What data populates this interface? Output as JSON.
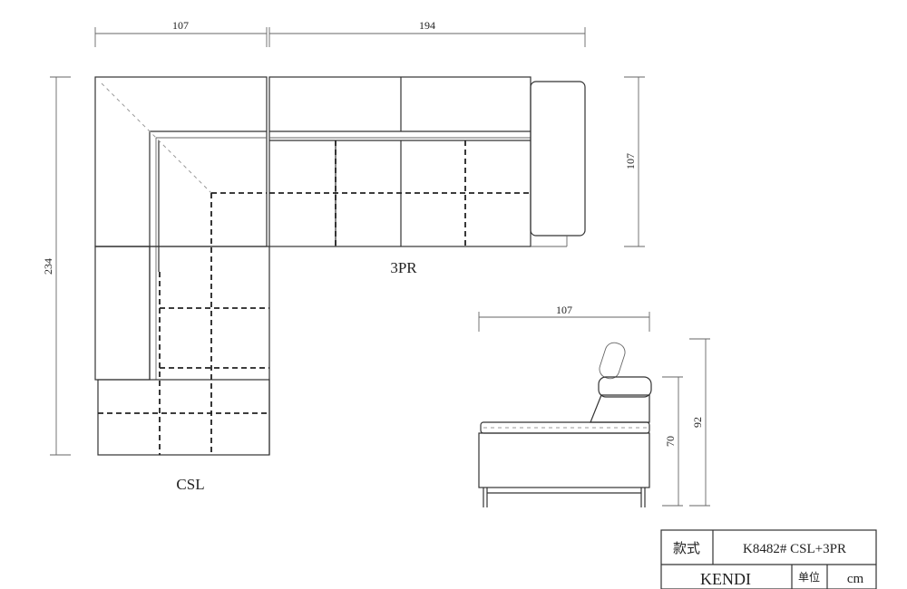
{
  "dimensions": {
    "plan_width_left": "107",
    "plan_width_right": "194",
    "plan_height_total": "234",
    "plan_depth_right": "107",
    "side_depth": "107",
    "side_seat_height": "70",
    "side_total_height": "92"
  },
  "labels": {
    "module_right": "3PR",
    "module_left": "CSL"
  },
  "title_block": {
    "style_label": "款式",
    "style_value": "K8482#  CSL+3PR",
    "model_name": "KENDI",
    "unit_label": "单位",
    "unit_value": "cm"
  }
}
